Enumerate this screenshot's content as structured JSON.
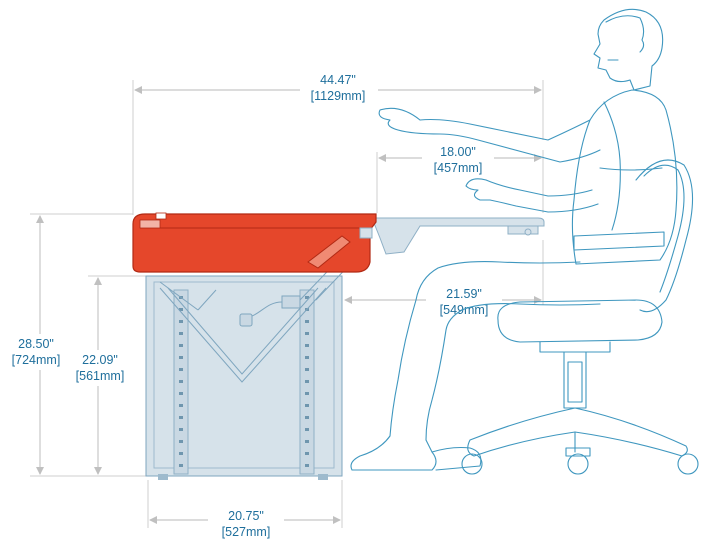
{
  "dimensions": {
    "overall_width": {
      "in": "44.47\"",
      "mm": "[1129mm]"
    },
    "shelf_depth": {
      "in": "18.00\"",
      "mm": "[457mm]"
    },
    "knee_clearance": {
      "in": "21.59\"",
      "mm": "[549mm]"
    },
    "overall_height": {
      "in": "28.50\"",
      "mm": "[724mm]"
    },
    "cabinet_height": {
      "in": "22.09\"",
      "mm": "[561mm]"
    },
    "base_width": {
      "in": "20.75\"",
      "mm": "[527mm]"
    }
  },
  "colors": {
    "label": "#1f6f9c",
    "desk_top": "#e5472b",
    "outline": "#3f97bf",
    "dimension_line": "#c8c8c8"
  }
}
